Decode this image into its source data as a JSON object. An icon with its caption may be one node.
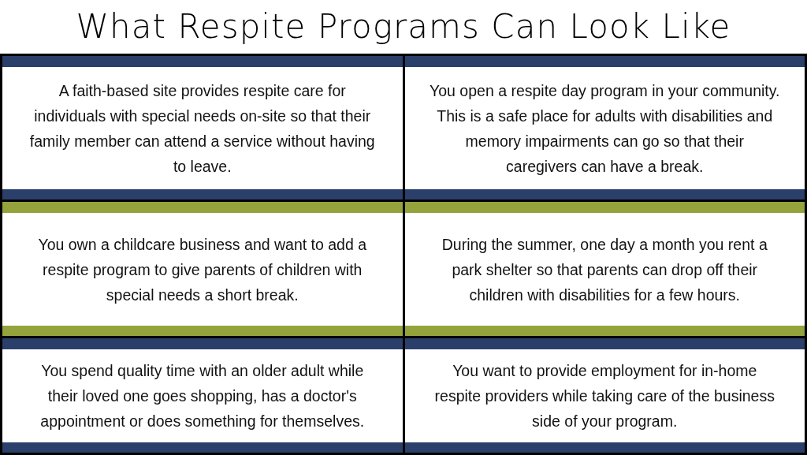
{
  "diagram": {
    "title": "What Respite Programs Can Look Like",
    "nodes": [
      {
        "text": [
          "A faith-based site provides respite care for individuals with special needs on-site so that their family member can attend a service without having to leave."
        ]
      },
      {
        "text": [
          "You open a respite day program in your community. This is a safe place for adults with disabilities and memory impairments can go so that their caregivers can have a break."
        ]
      },
      {
        "text": [
          "You own a childcare business and want to add a respite program to give parents of children with special needs a short break."
        ]
      },
      {
        "text": [
          "During the summer, one day a month you rent a park shelter so that parents can drop off their children with disabilities for a few hours."
        ]
      },
      {
        "text": [
          "You spend quality time with an older adult while their loved one goes shopping, has a doctor's appointment or does something for themselves."
        ]
      },
      {
        "text": [
          "You want to provide employment for in-home respite providers while taking care of the business side of your program."
        ]
      }
    ]
  }
}
